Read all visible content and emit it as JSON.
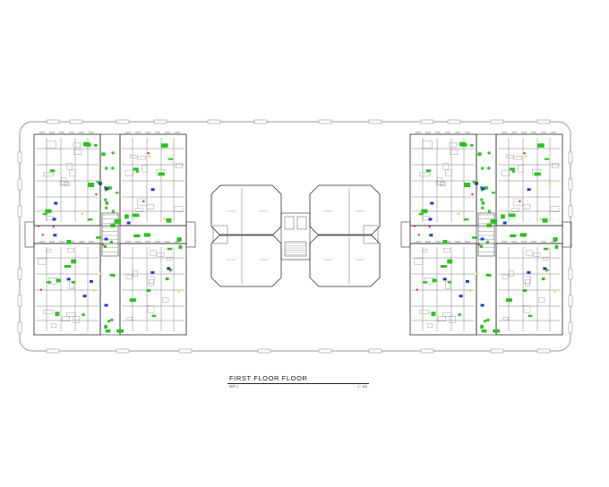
{
  "drawing": {
    "title": "FIRST FLOOR  FLOOR",
    "sub_label": "REF-1",
    "scale_label": "1 : 100"
  },
  "colors": {
    "line": "#6f6f6f",
    "dark_line": "#2b2b2b",
    "fixture_green": "#2cc11f",
    "fixture_blue": "#2536d8",
    "fixture_red": "#d91e1e",
    "fixture_yellow": "#e6cf1f",
    "boundary": "#9a9a9a"
  },
  "icons": {
    "light_fixture": "green-fixture-icon",
    "sanitary_fixture": "blue-fixture-icon"
  }
}
